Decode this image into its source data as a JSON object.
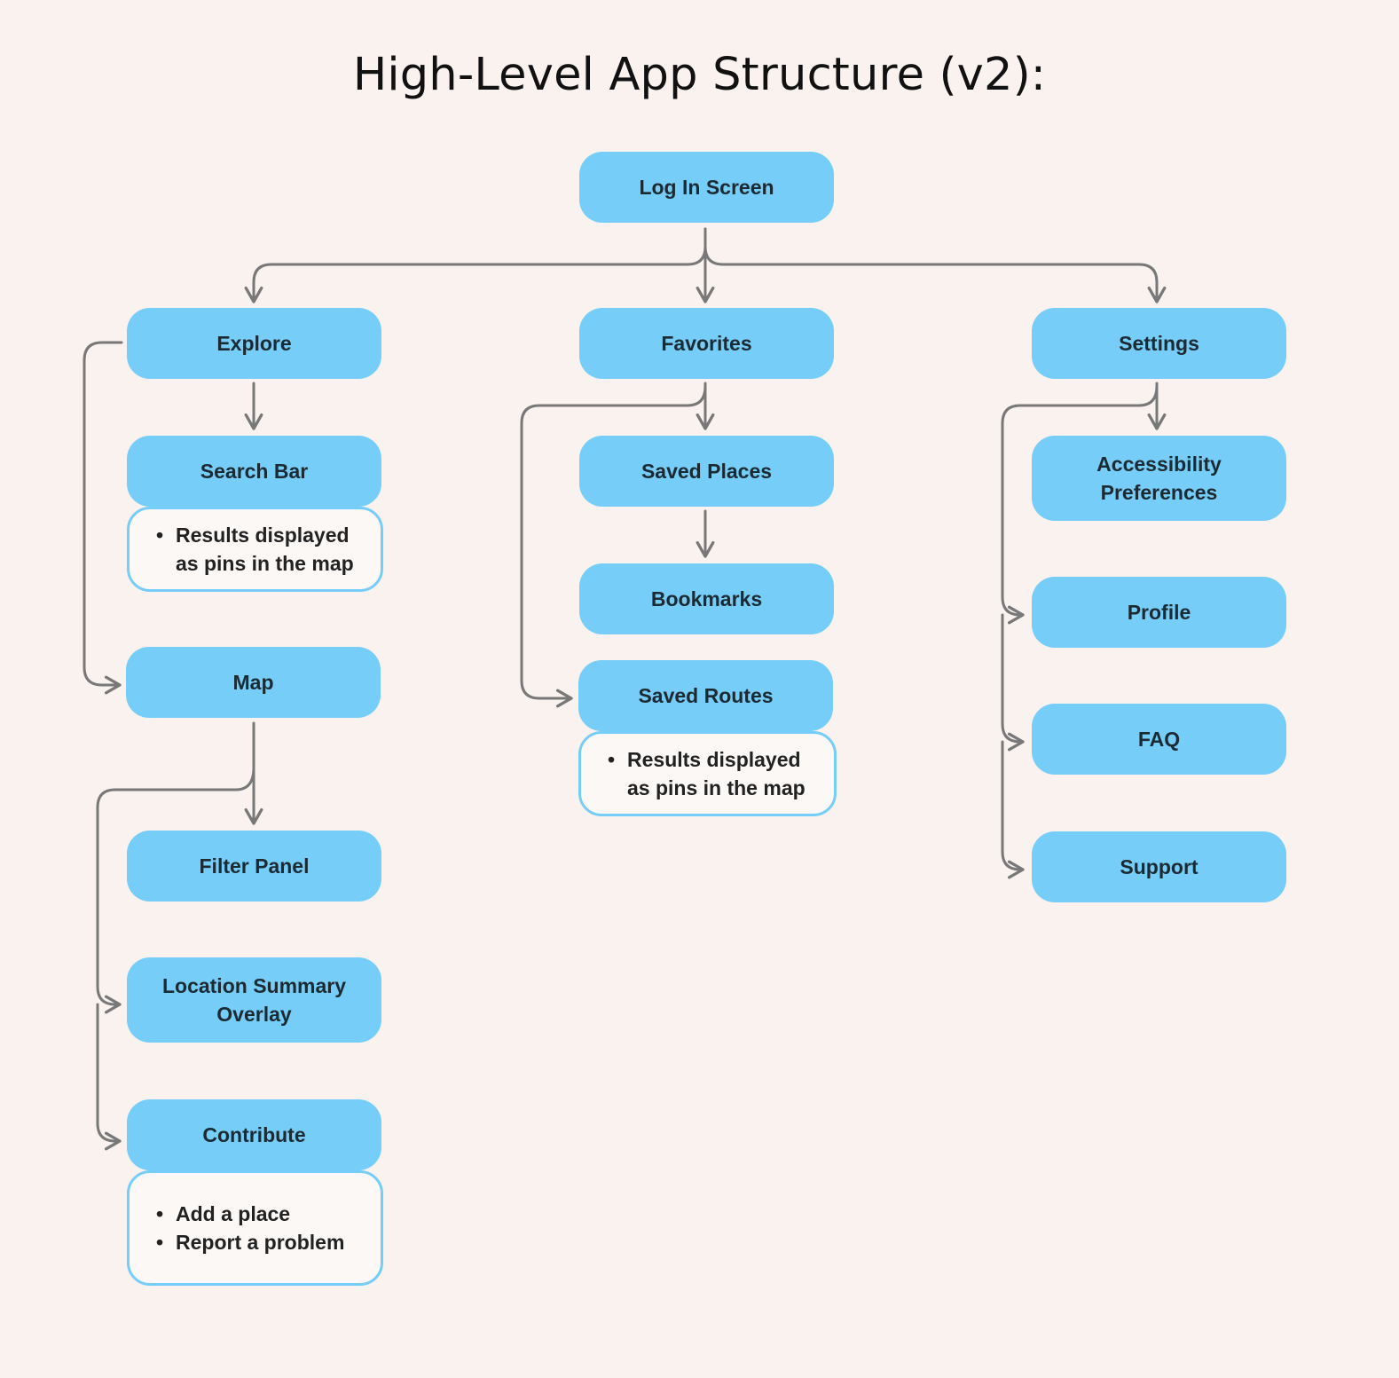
{
  "title": "High-Level App Structure (v2):",
  "colors": {
    "background": "#f9f2ee",
    "node_fill": "#75cdf8",
    "note_border": "#75cdf8",
    "connector": "#787878"
  },
  "nodes": {
    "login": "Log In Screen",
    "explore": "Explore",
    "favorites": "Favorites",
    "settings": "Settings",
    "search_bar": "Search Bar",
    "map": "Map",
    "filter_panel": "Filter Panel",
    "location_summary": "Location Summary Overlay",
    "contribute": "Contribute",
    "saved_places": "Saved Places",
    "bookmarks": "Bookmarks",
    "saved_routes": "Saved Routes",
    "accessibility": "Accessibility Preferences",
    "profile": "Profile",
    "faq": "FAQ",
    "support": "Support"
  },
  "notes": {
    "search_bar": [
      "Results displayed\nas pins in the map"
    ],
    "saved_routes": [
      "Results displayed\nas pins in the map"
    ],
    "contribute": [
      "Add a place",
      "Report a problem"
    ]
  }
}
